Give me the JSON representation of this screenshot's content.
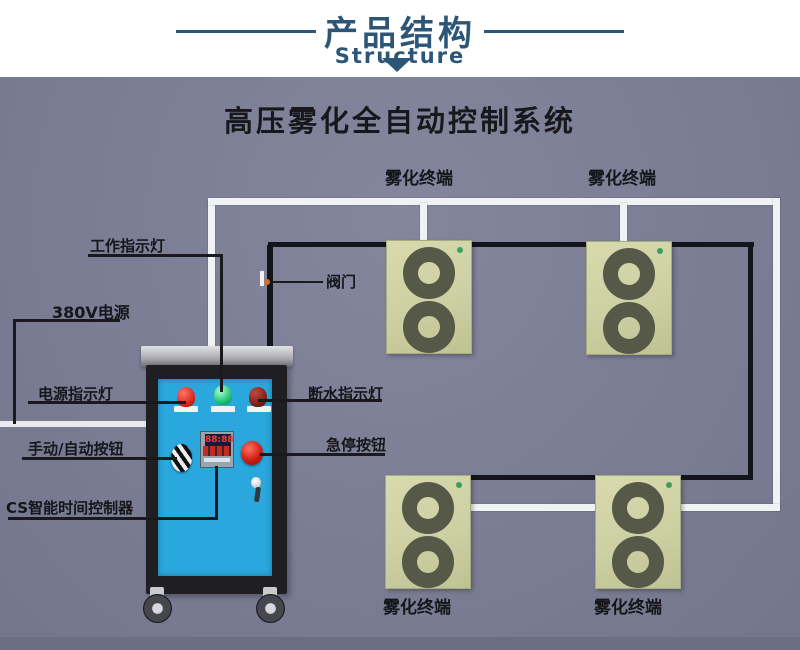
{
  "header": {
    "title": "产品结构",
    "subtitle": "Structure",
    "accent_color": "#2d5578"
  },
  "diagram": {
    "title": "高压雾化全自动控制系统",
    "background_color": "#7b7d95",
    "labels": {
      "work_light": "工作指示灯",
      "valve": "阀门",
      "power_380v": "380V电源",
      "power_light": "电源指示灯",
      "water_cut_light": "断水指示灯",
      "manual_auto_button": "手动/自动按钮",
      "estop_button": "急停按钮",
      "cs_timer": "CS智能时间控制器"
    },
    "timer_display": "88:88",
    "terminals": [
      {
        "label": "雾化终端",
        "position": "top-left"
      },
      {
        "label": "雾化终端",
        "position": "top-right"
      },
      {
        "label": "雾化终端",
        "position": "bottom-left"
      },
      {
        "label": "雾化终端",
        "position": "bottom-right"
      }
    ],
    "colors": {
      "cabinet_panel_blue": "#2aa7dc",
      "cabinet_frame_black": "#1e1e23",
      "terminal_khaki": "#ccd0a2",
      "ring_dark": "#565948",
      "pipe_white": "#f1f2f4",
      "cable_black": "#14151a",
      "indicator_red": "#d01f16",
      "indicator_green": "#23c274",
      "valve_dot_orange": "#c8742a"
    }
  }
}
